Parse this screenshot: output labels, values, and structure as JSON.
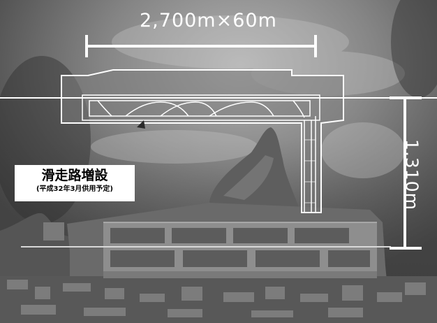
{
  "annotations": {
    "runway_width_dimension": "2,700m×60m",
    "runway_offset_dimension": "1,310m",
    "label_title": "滑走路増設",
    "label_subtitle": "(平成32年3月供用予定)"
  },
  "colors": {
    "sea_dark": "#4a4a4a",
    "sea_light": "#9a9a9a",
    "land": "#6e6e6e",
    "annotation": "#ffffff"
  }
}
